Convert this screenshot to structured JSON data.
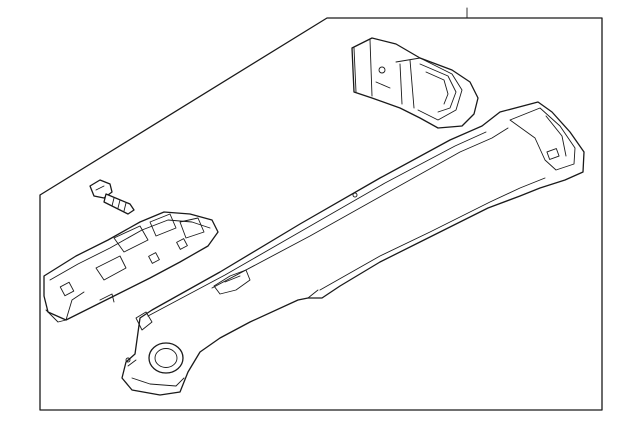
{
  "diagram": {
    "kind": "exploded-parts-illustration",
    "text_labels": [],
    "parts": [
      {
        "name": "front-bracket-right",
        "icon": "bracket-icon"
      },
      {
        "name": "bolt",
        "icon": "bolt-icon"
      },
      {
        "name": "rear-bracket-left",
        "icon": "bracket-icon"
      },
      {
        "name": "main-trim-rail",
        "icon": "trim-panel-icon"
      }
    ],
    "colors": {
      "line": "#1a1a1a",
      "background": "#ffffff"
    }
  }
}
